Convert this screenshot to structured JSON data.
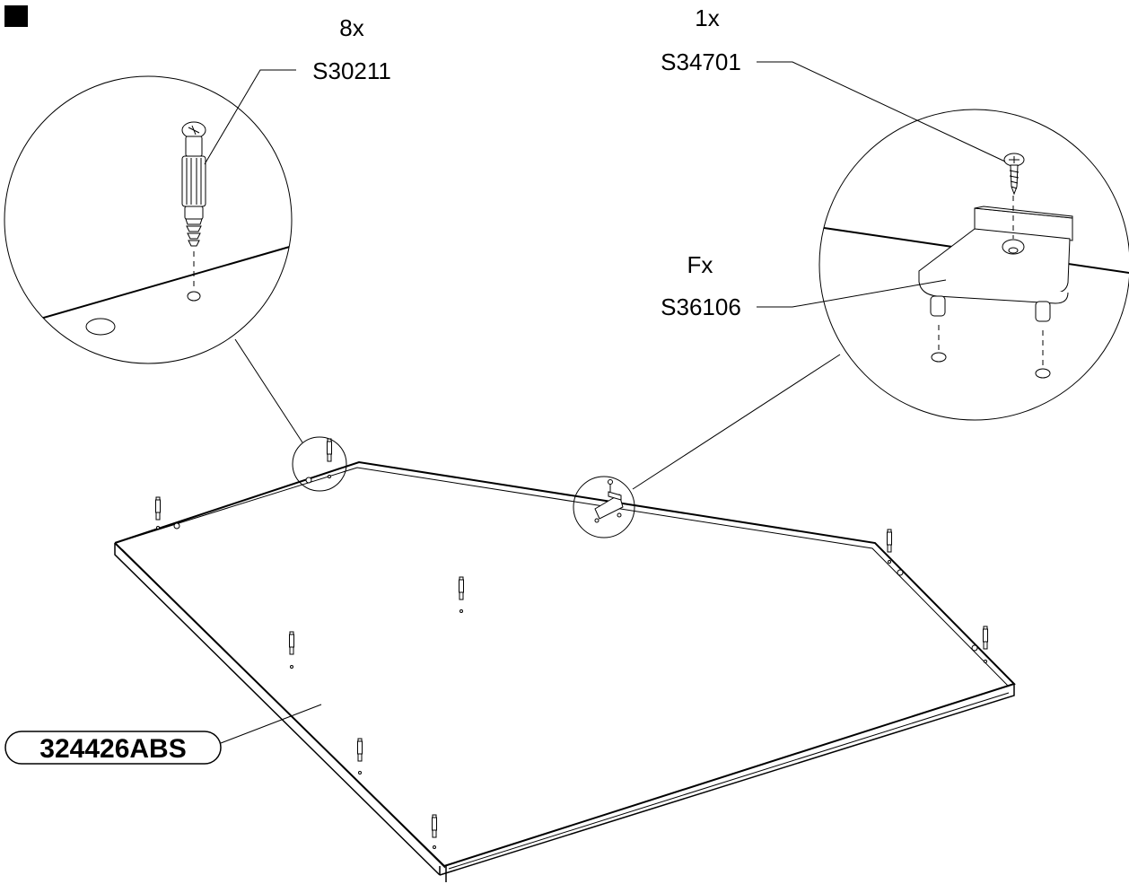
{
  "labels": {
    "dowel_qty": "8x",
    "dowel_code": "S30211",
    "screw_qty": "1x",
    "screw_code": "S34701",
    "bracket_qty": "Fx",
    "bracket_code": "S36106",
    "panel_code": "324426ABS"
  },
  "icons": {
    "step_marker": "black-square-icon",
    "dowel": "cam-dowel-icon",
    "screw": "screw-icon",
    "bracket": "bracket-icon"
  }
}
